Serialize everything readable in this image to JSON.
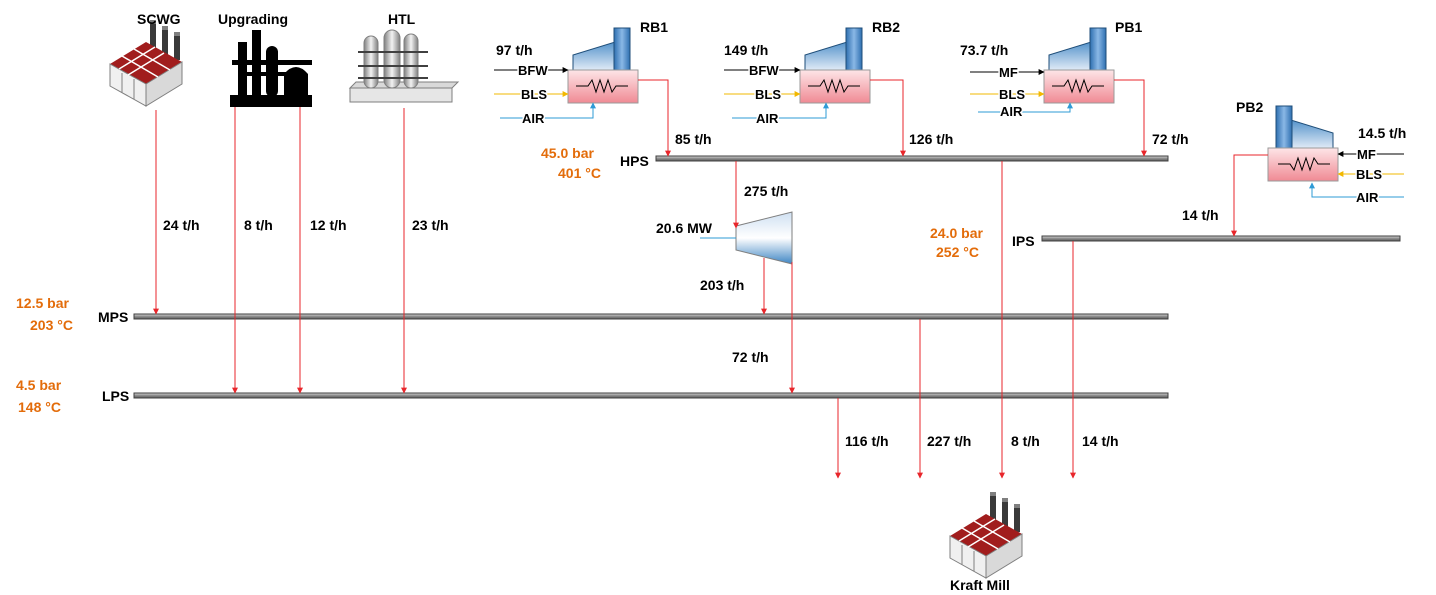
{
  "colors": {
    "steam": "#e8262b",
    "header": "#a6a6a6",
    "header_edge": "#404040",
    "bls": "#f2b800",
    "air": "#2e9bd6",
    "pressure_label": "#e36c0a",
    "boiler_top": "#3f86c4",
    "boiler_bottom": "#f4b6bc"
  },
  "headers": {
    "hps": "HPS",
    "ips": "IPS",
    "mps": "MPS",
    "lps": "LPS"
  },
  "conditions": {
    "hps_p": "45.0 bar",
    "hps_t": "401 °C",
    "ips_p": "24.0 bar",
    "ips_t": "252 °C",
    "mps_p": "12.5 bar",
    "mps_t": "203 °C",
    "lps_p": "4.5 bar",
    "lps_t": "148 °C"
  },
  "units": {
    "scwg": "SCWG",
    "upgrading": "Upgrading",
    "htl": "HTL",
    "kraft_mill": "Kraft Mill"
  },
  "boilers": {
    "rb1": {
      "name": "RB1",
      "feed_rate": "97 t/h",
      "water": "BFW",
      "fuel": "BLS",
      "air": "AIR",
      "steam_out": "85 t/h"
    },
    "rb2": {
      "name": "RB2",
      "feed_rate": "149 t/h",
      "water": "BFW",
      "fuel": "BLS",
      "air": "AIR",
      "steam_out": "126 t/h"
    },
    "pb1": {
      "name": "PB1",
      "feed_rate": "73.7 t/h",
      "water": "MF",
      "fuel": "BLS",
      "air": "AIR",
      "steam_out": "72 t/h"
    },
    "pb2": {
      "name": "PB2",
      "feed_rate": "14.5 t/h",
      "water": "MF",
      "fuel": "BLS",
      "air": "AIR",
      "steam_out": "14 t/h"
    }
  },
  "turbine": {
    "power": "20.6 MW",
    "inlet": "275 t/h",
    "mps_extraction": "203 t/h",
    "lps_exhaust": "72 t/h"
  },
  "flows": {
    "scwg": "24 t/h",
    "upgrading_a": "8 t/h",
    "upgrading_b": "12 t/h",
    "htl": "23 t/h",
    "lps_to_mill": "116 t/h",
    "mps_to_mill": "227 t/h",
    "hps_to_mill": "8 t/h",
    "ips_to_mill": "14 t/h"
  }
}
